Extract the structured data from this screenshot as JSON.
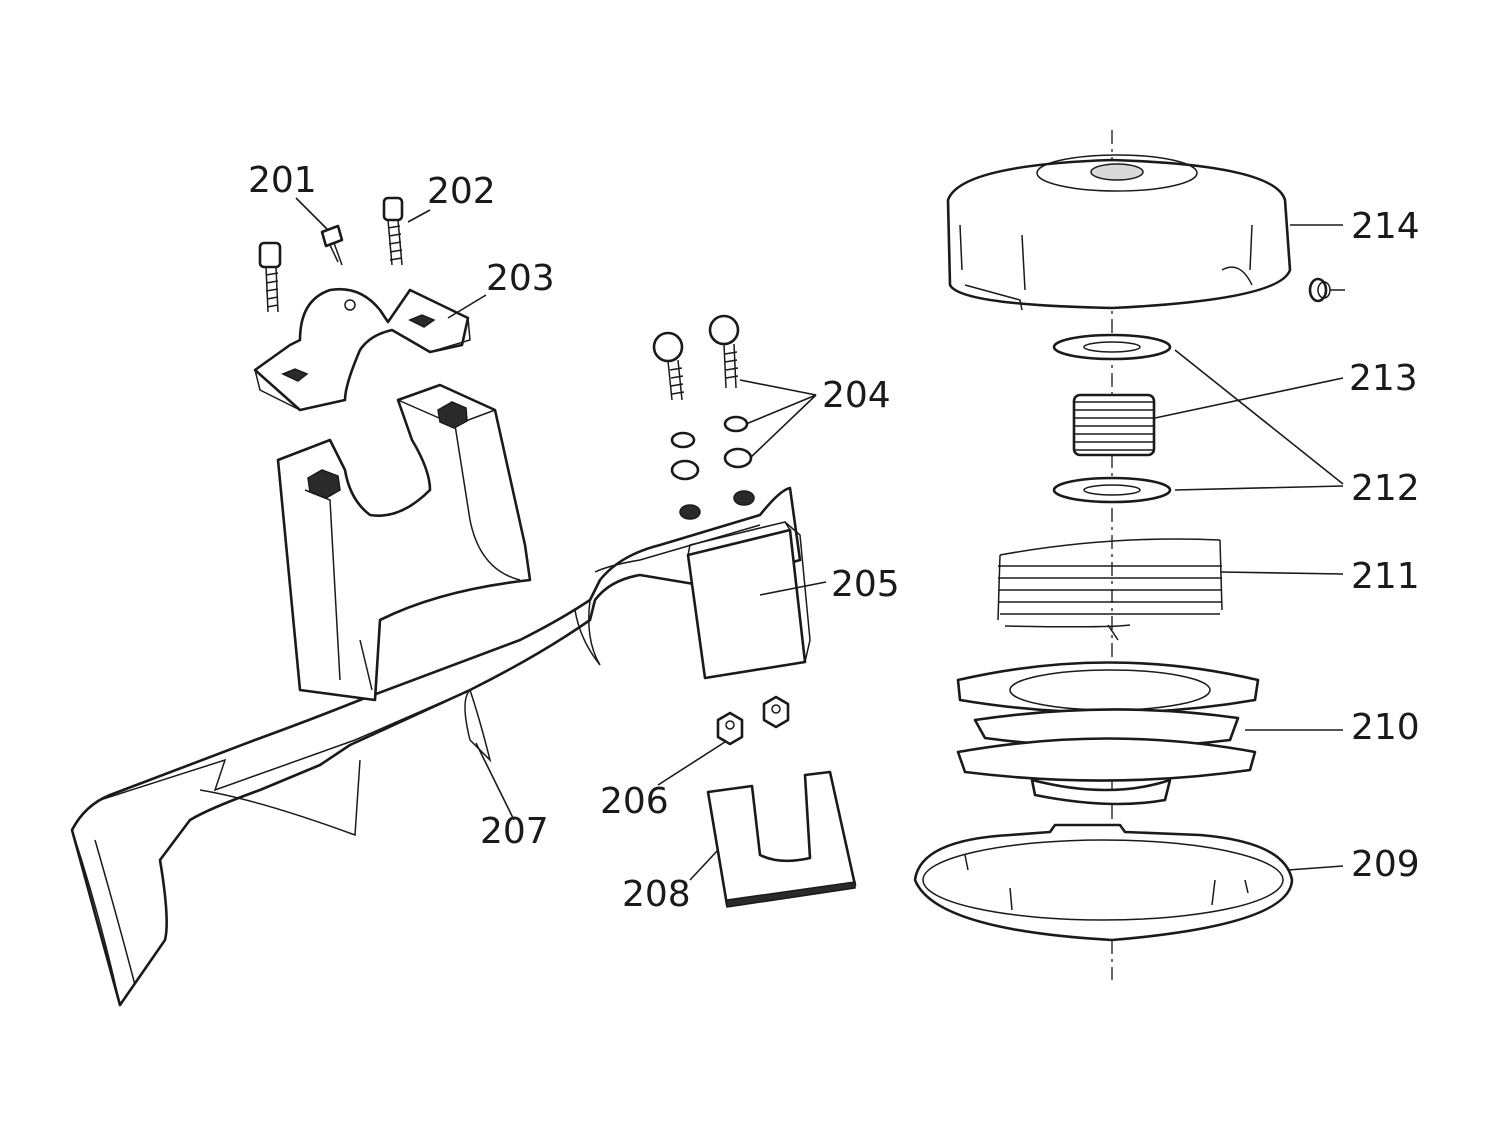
{
  "diagram": {
    "parts": {
      "p201": "201",
      "p202": "202",
      "p203": "203",
      "p204": "204",
      "p205": "205",
      "p206": "206",
      "p207": "207",
      "p208": "208",
      "p209": "209",
      "p210": "210",
      "p211": "211",
      "p212": "212",
      "p213": "213",
      "p214": "214"
    }
  }
}
